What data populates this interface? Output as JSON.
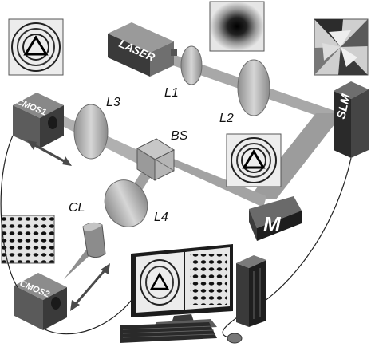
{
  "labels": {
    "laser": "LASER",
    "l1": "L1",
    "l2": "L2",
    "l3": "L3",
    "l4": "L4",
    "bs": "BS",
    "slm": "SLM",
    "cmos1": "CMOS1",
    "cmos2": "CMOS2",
    "m": "M",
    "cl": "CL"
  },
  "colors": {
    "beam": "#a9a9a9",
    "device_dark": "#2b2b2b",
    "device_mid": "#7a7a7a",
    "lens": "#b3b3b3",
    "monitor": "#1e1e1e"
  },
  "icons": [
    "laser",
    "lens",
    "beam-splitter",
    "mirror",
    "slm",
    "camera",
    "cylindrical-lens",
    "computer",
    "keyboard",
    "mouse"
  ]
}
